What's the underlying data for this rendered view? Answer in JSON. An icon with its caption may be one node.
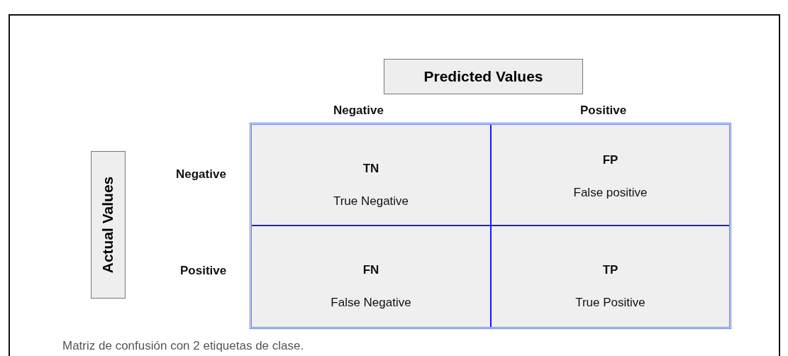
{
  "diagram": {
    "caption": "Matriz de confusión con 2 etiquetas de clase.",
    "nodes": [
      {
        "text": [
          "Predicted Values"
        ]
      },
      {
        "text": [
          "Actual Values"
        ]
      },
      {
        "text": [
          "TN",
          "True Negative"
        ]
      },
      {
        "text": [
          "FP",
          "False positive"
        ]
      },
      {
        "text": [
          "FN",
          "False Negative"
        ]
      },
      {
        "text": [
          "TP",
          "True Positive"
        ]
      }
    ],
    "edges": [],
    "labels": [
      "Negative",
      "Positive",
      "Negative",
      "Positive"
    ]
  }
}
